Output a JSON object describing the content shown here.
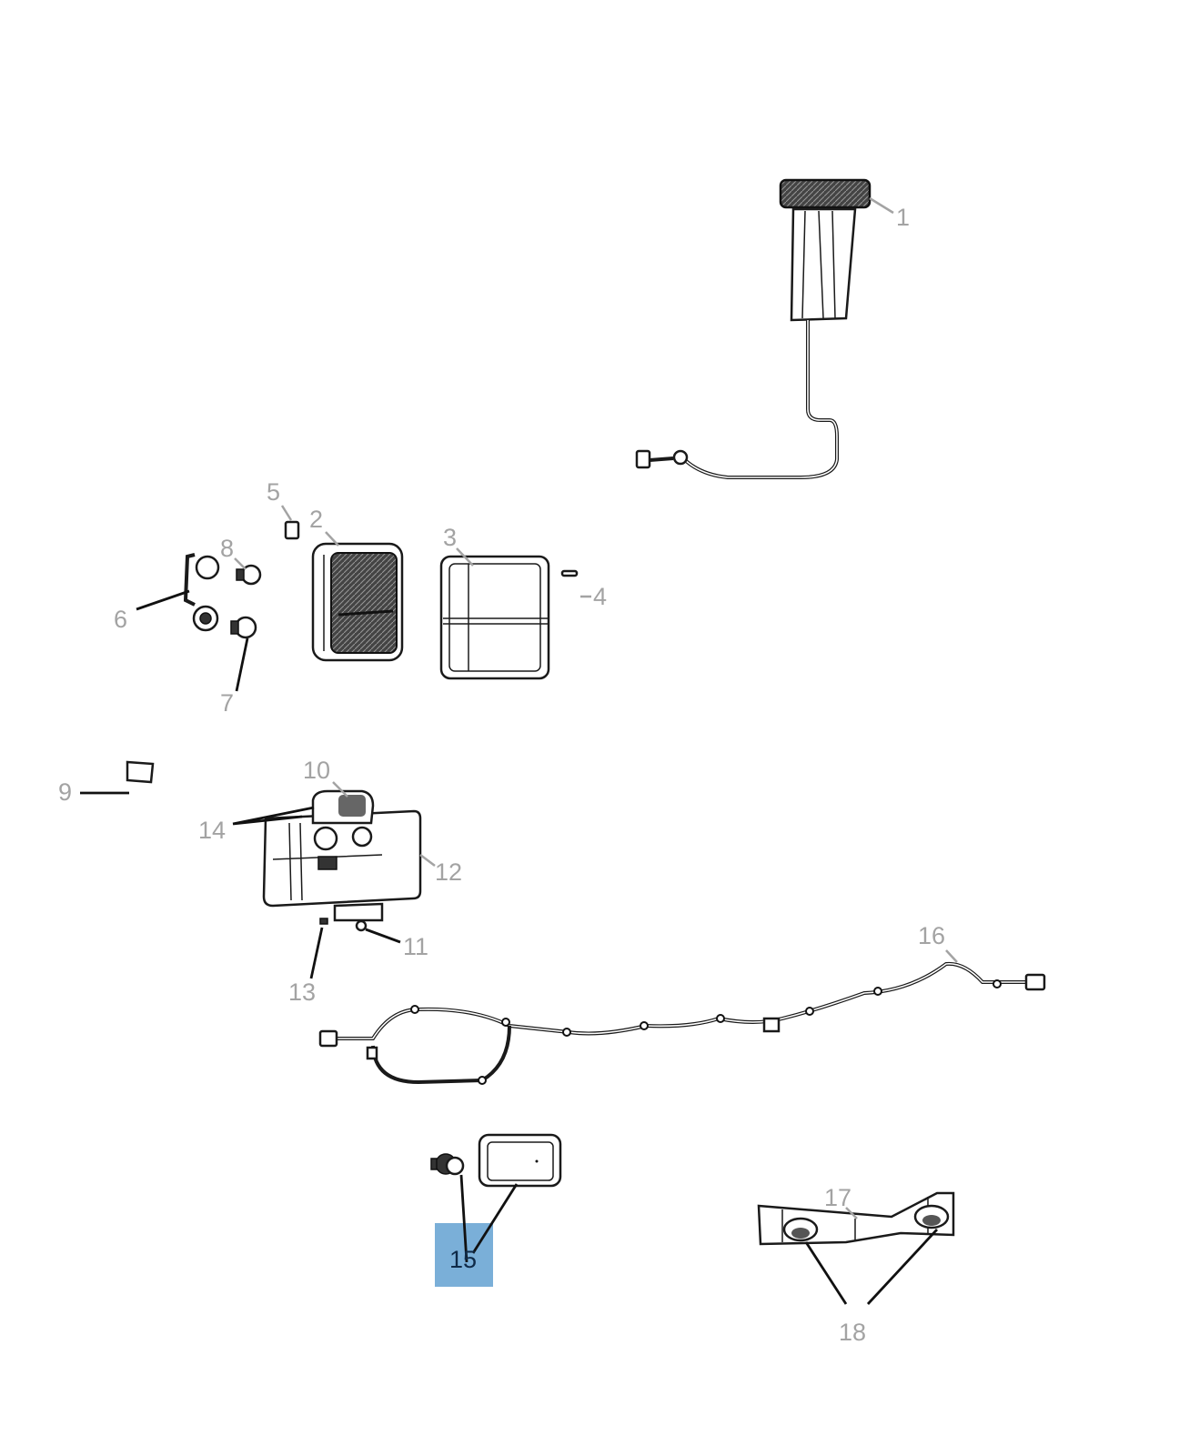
{
  "diagram": {
    "callouts": [
      "1",
      "2",
      "3",
      "4",
      "5",
      "6",
      "7",
      "8",
      "9",
      "10",
      "11",
      "12",
      "13",
      "14",
      "15",
      "16",
      "17",
      "18"
    ],
    "highlighted_callout": "15",
    "colors": {
      "highlight": "#7aafd8",
      "highlight_text": "#0f2a48",
      "label": "#a3a3a3",
      "line": "#1a1a1a"
    }
  }
}
